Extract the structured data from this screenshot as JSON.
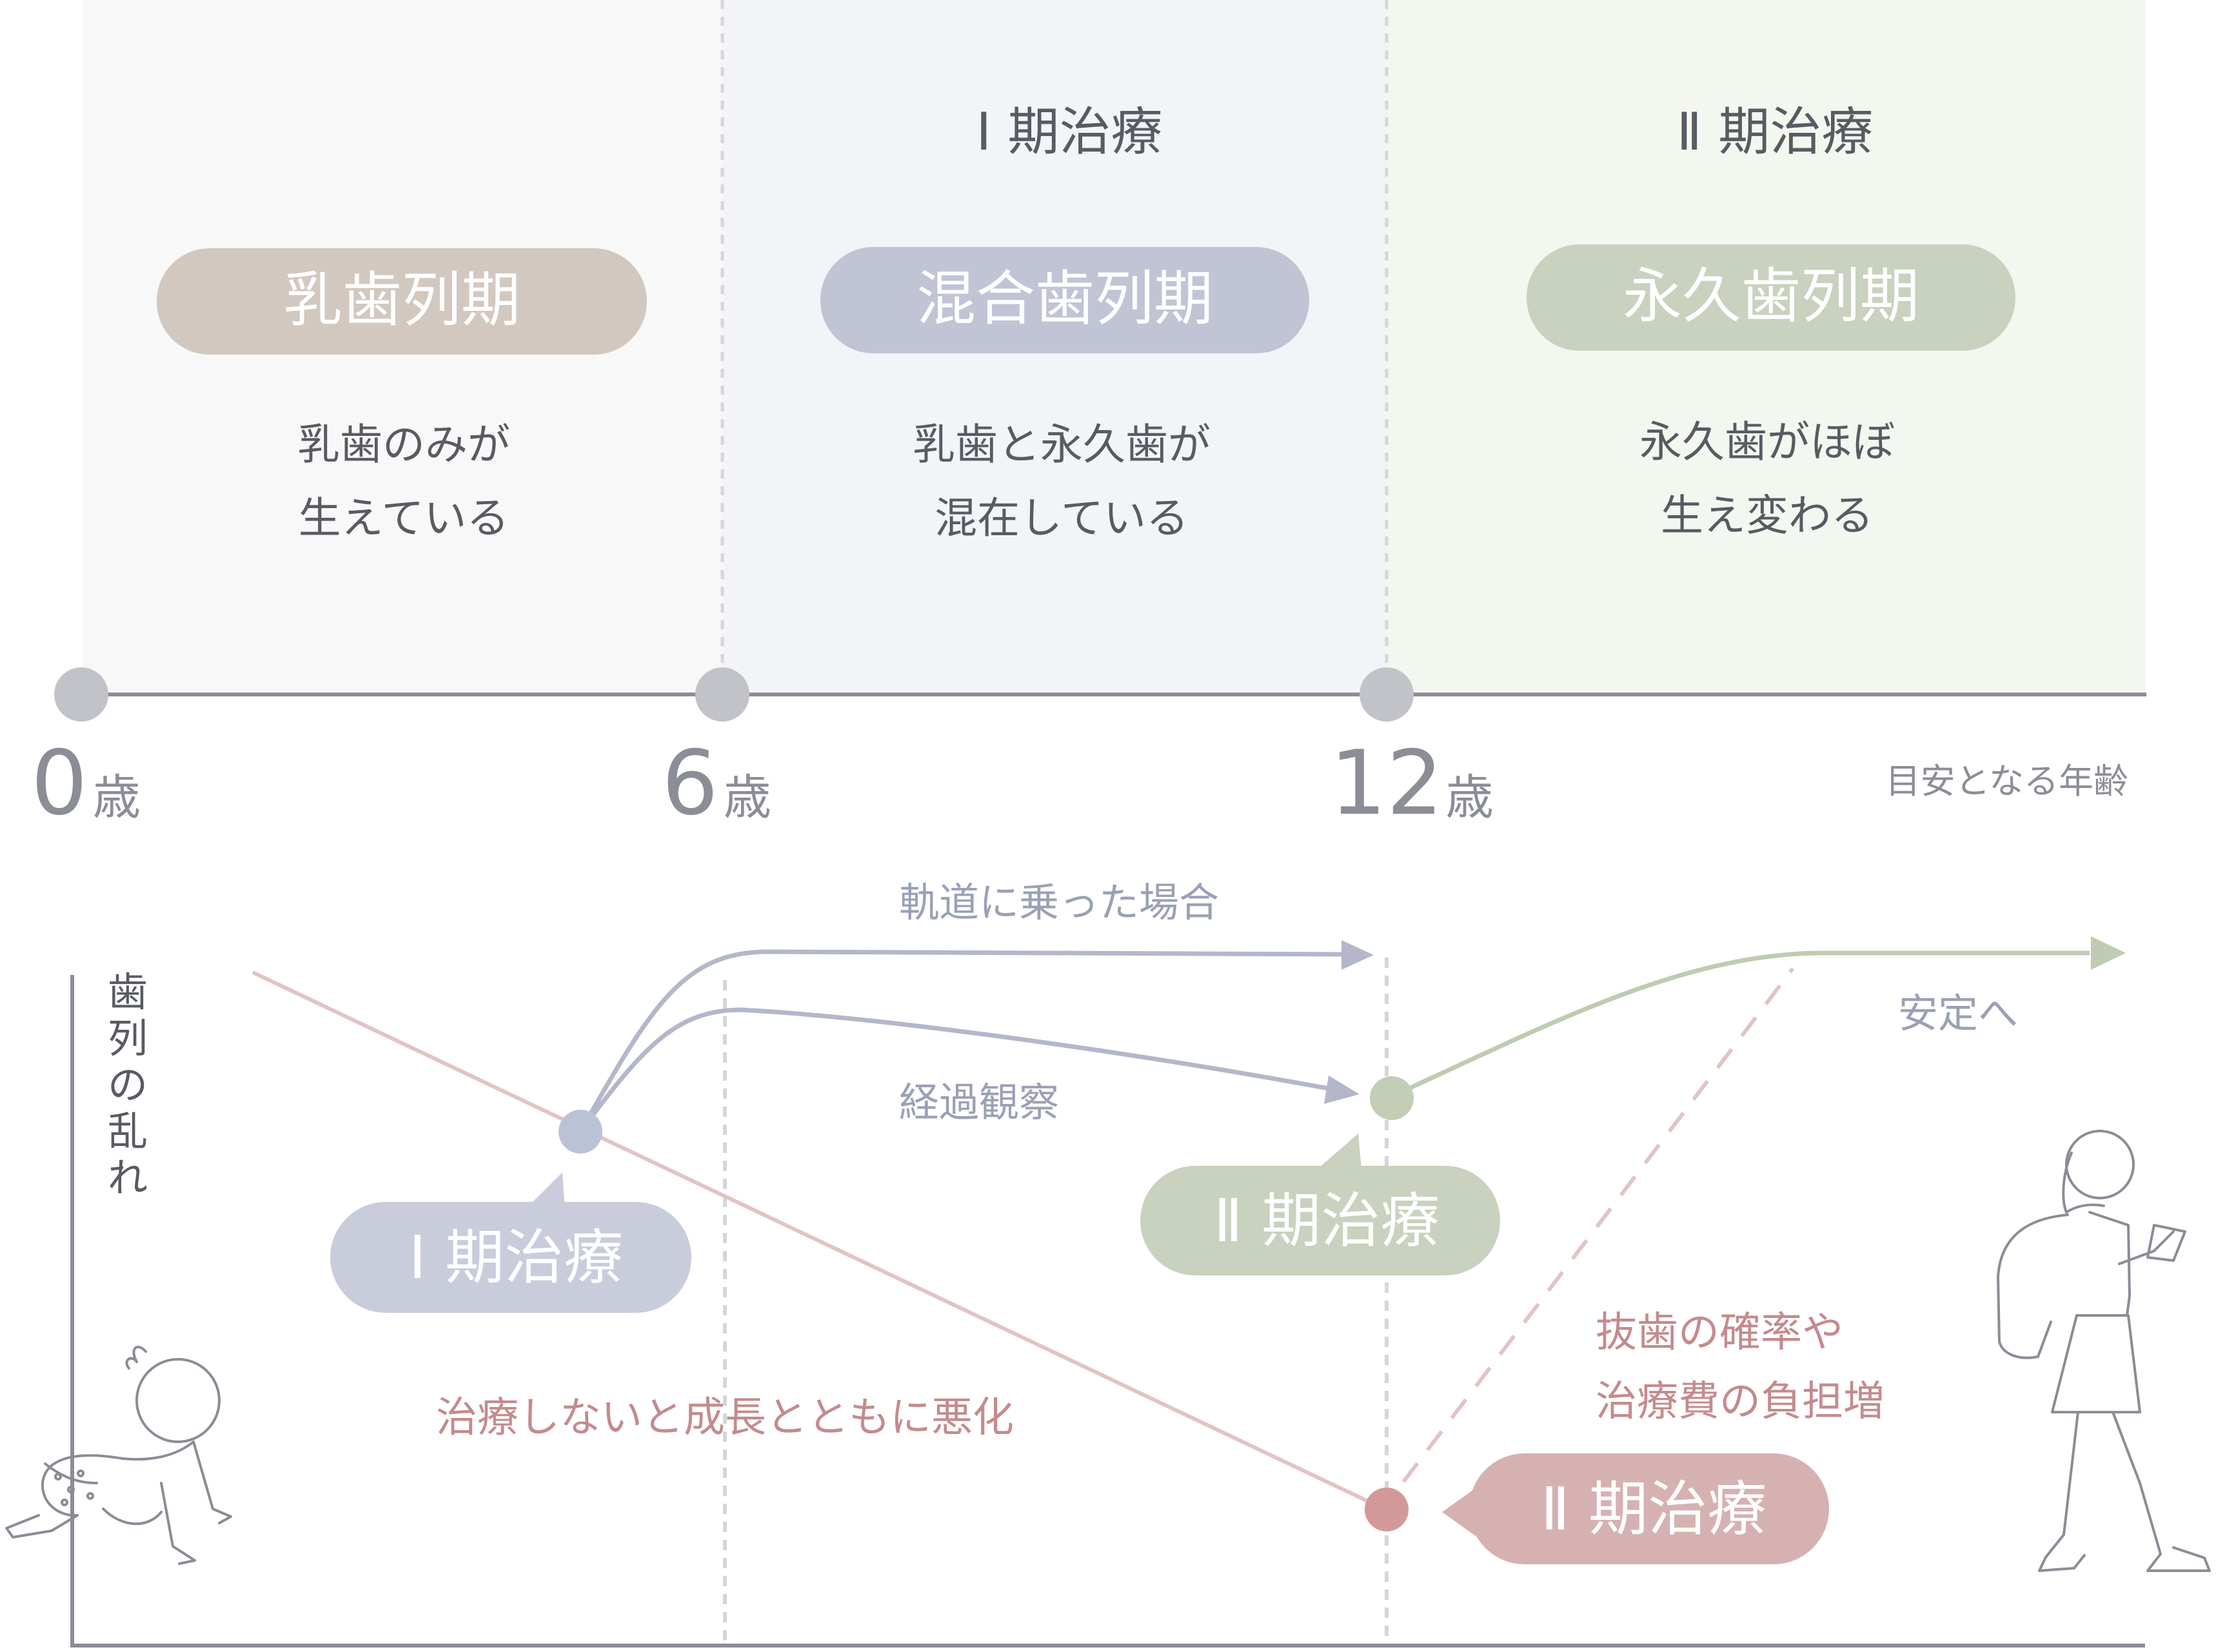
{
  "colors": {
    "bg_primary": "#f8f8f8",
    "bg_mixed": "#f3f4f8",
    "bg_permanent": "#f4f6f0",
    "brown_pill": "#d2c8bf",
    "blue_pill": "#c0c4d4",
    "green_pill": "#c8d2be",
    "pink_pill": "#d6b1b1",
    "axis": "#8b8d97",
    "text_gray": "#595b62",
    "text_blue": "#9aa0b6",
    "text_pink": "#c48b8d",
    "blue_line": "#b3b7c9",
    "green_line": "#bfcbb2",
    "pink_line": "#e1c4c4",
    "dot_gray": "#c2c3c8",
    "dot_blue": "#bcc2d6",
    "dot_green": "#c4cdb5",
    "dot_pink": "#d39999"
  },
  "periods": [
    {
      "name": "乳歯列期",
      "desc_line1": "乳歯のみが",
      "desc_line2": "生えている",
      "treatment": ""
    },
    {
      "name": "混合歯列期",
      "desc_line1": "乳歯と永久歯が",
      "desc_line2": "混在している",
      "treatment": "Ⅰ 期治療"
    },
    {
      "name": "永久歯列期",
      "desc_line1": "永久歯がほぼ",
      "desc_line2": "生え変わる",
      "treatment": "Ⅱ 期治療"
    }
  ],
  "ages": [
    {
      "num": "0",
      "unit": "歳"
    },
    {
      "num": "6",
      "unit": "歳"
    },
    {
      "num": "12",
      "unit": "歳"
    }
  ],
  "age_note": "目安となる年齢",
  "graph": {
    "y_label": [
      "歯",
      "列",
      "の",
      "乱",
      "れ"
    ],
    "on_track": "軌道に乗った場合",
    "observation": "経過観察",
    "stable": "安定へ",
    "untreated": "治療しないと成長とともに悪化",
    "risk_line1": "抜歯の確率や",
    "risk_line2": "治療費の負担増",
    "bubble_phase1": "Ⅰ 期治療",
    "bubble_phase2_green": "Ⅱ 期治療",
    "bubble_phase2_pink": "Ⅱ 期治療"
  },
  "illustrations": [
    "crawling-baby-icon",
    "student-with-backpack-icon"
  ]
}
